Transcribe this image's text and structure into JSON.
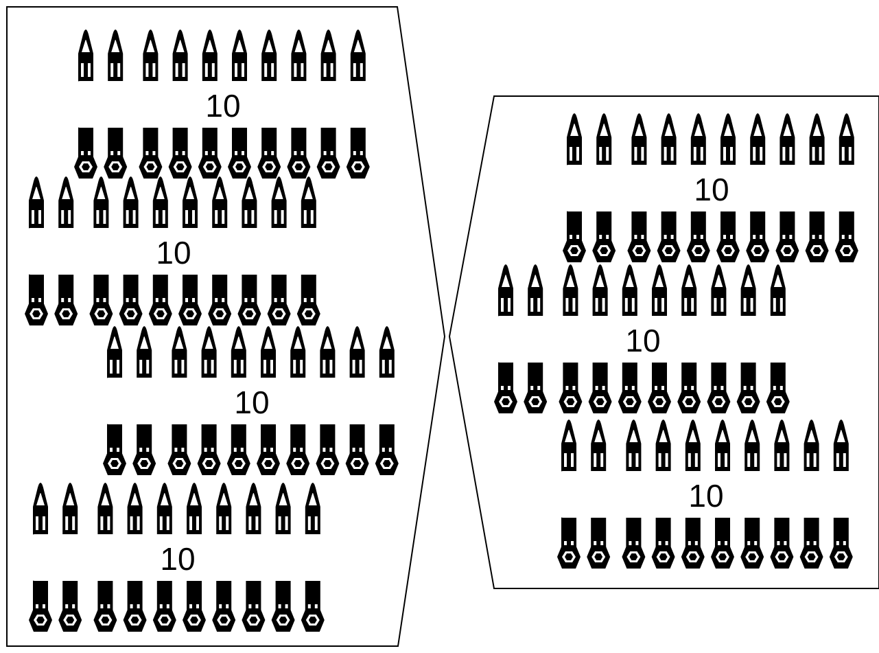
{
  "left_panel": {
    "bundles": [
      {
        "count_label": "10",
        "pencils": 10
      },
      {
        "count_label": "10",
        "pencils": 10
      },
      {
        "count_label": "10",
        "pencils": 10
      },
      {
        "count_label": "10",
        "pencils": 10
      }
    ]
  },
  "right_panel": {
    "bundles": [
      {
        "count_label": "10",
        "pencils": 10
      },
      {
        "count_label": "10",
        "pencils": 10
      },
      {
        "count_label": "10",
        "pencils": 10
      }
    ]
  },
  "colors": {
    "ink": "#000000",
    "paper": "#ffffff"
  },
  "icons": {
    "item": "pencil-icon",
    "group": "pencil-bundle"
  }
}
